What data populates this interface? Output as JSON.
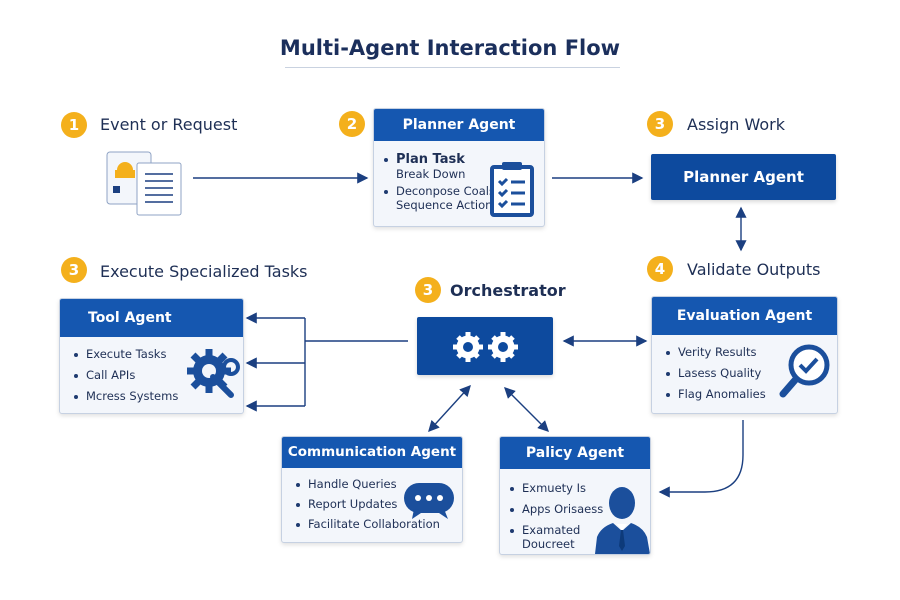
{
  "title": "Multi-Agent Interaction Flow",
  "steps": {
    "event": {
      "num": "1",
      "label": "Event or Request"
    },
    "planner": {
      "num": "2"
    },
    "assign": {
      "num": "3",
      "label": "Assign Work"
    },
    "execute": {
      "num": "3",
      "label": "Execute Specialized Tasks"
    },
    "orchestrator": {
      "num": "3",
      "label": "Orchestrator"
    },
    "validate": {
      "num": "4",
      "label": "Validate Outputs"
    }
  },
  "planner_card": {
    "title": "Planner Agent",
    "items": [
      "Plan Task",
      "Break Down",
      "Deconpose Coals",
      "Sequence Actions"
    ]
  },
  "planner_box": {
    "title": "Planner Agent"
  },
  "tool_card": {
    "title": "Tool Agent",
    "items": [
      "Execute Tasks",
      "Call APIs",
      "Mcress Systems"
    ]
  },
  "evaluation_card": {
    "title": "Evaluation Agent",
    "items": [
      "Verity Results",
      "Lasess Quality",
      "Flag Anomalies"
    ]
  },
  "communication_card": {
    "title": "Communication Agent",
    "items": [
      "Handle Queries",
      "Report Updates",
      "Facilitate Collaboration"
    ]
  },
  "policy_card": {
    "title": "Palicy Agent",
    "items": [
      "Exmuety Is",
      "Apps Orisaess",
      "Examated",
      "Doucreet"
    ]
  },
  "colors": {
    "accent": "#1557b0",
    "dark": "#0d4a9e",
    "badge": "#f4b01c",
    "text": "#1e2f55"
  }
}
